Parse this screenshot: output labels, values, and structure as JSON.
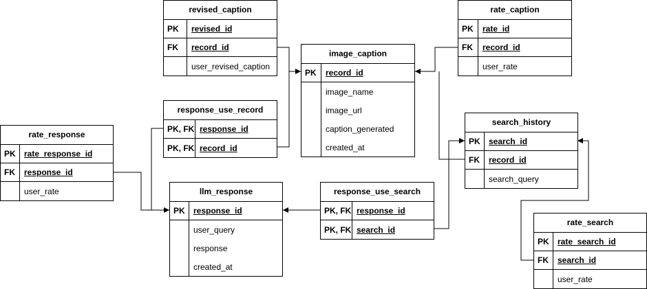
{
  "entities": [
    {
      "id": "revised_caption",
      "title": "revised_caption",
      "rows": [
        {
          "key": "PK",
          "field": "revised_id"
        },
        {
          "key": "FK",
          "field": "record_id"
        },
        {
          "key": "",
          "field": "user_revised_caption"
        }
      ]
    },
    {
      "id": "rate_caption",
      "title": "rate_caption",
      "rows": [
        {
          "key": "PK",
          "field": "rate_id"
        },
        {
          "key": "FK",
          "field": "record_id"
        },
        {
          "key": "",
          "field": "user_rate"
        }
      ]
    },
    {
      "id": "image_caption",
      "title": "image_caption",
      "rows": [
        {
          "key": "PK",
          "field": "record_id"
        },
        {
          "key": "",
          "field": "image_name"
        },
        {
          "key": "",
          "field": "image_url"
        },
        {
          "key": "",
          "field": "caption_generated"
        },
        {
          "key": "",
          "field": "created_at"
        }
      ]
    },
    {
      "id": "response_use_record",
      "title": "response_use_record",
      "rows": [
        {
          "key": "PK, FK",
          "field": "response_id"
        },
        {
          "key": "PK, FK",
          "field": "record_id"
        }
      ]
    },
    {
      "id": "search_history",
      "title": "search_history",
      "rows": [
        {
          "key": "PK",
          "field": "search_id"
        },
        {
          "key": "FK",
          "field": "record_id"
        },
        {
          "key": "",
          "field": "search_query"
        }
      ]
    },
    {
      "id": "rate_response",
      "title": "rate_response",
      "rows": [
        {
          "key": "PK",
          "field": "rate_response_id"
        },
        {
          "key": "FK",
          "field": "response_id"
        },
        {
          "key": "",
          "field": "user_rate"
        }
      ]
    },
    {
      "id": "llm_response",
      "title": "llm_response",
      "rows": [
        {
          "key": "PK",
          "field": "response_id"
        },
        {
          "key": "",
          "field": "user_query"
        },
        {
          "key": "",
          "field": "response"
        },
        {
          "key": "",
          "field": "created_at"
        }
      ]
    },
    {
      "id": "response_use_search",
      "title": "response_use_search",
      "rows": [
        {
          "key": "PK, FK",
          "field": "response_id"
        },
        {
          "key": "PK, FK",
          "field": "search_id"
        }
      ]
    },
    {
      "id": "rate_search",
      "title": "rate_search",
      "rows": [
        {
          "key": "PK",
          "field": "rate_search_id"
        },
        {
          "key": "FK",
          "field": "search_id"
        },
        {
          "key": "",
          "field": "user_rate"
        }
      ]
    }
  ],
  "relationships": [
    {
      "from": "revised_caption.record_id",
      "to": "image_caption.record_id"
    },
    {
      "from": "response_use_record.record_id",
      "to": "image_caption.record_id"
    },
    {
      "from": "rate_caption.record_id",
      "to": "image_caption.record_id"
    },
    {
      "from": "search_history.record_id",
      "to": "image_caption.record_id"
    },
    {
      "from": "response_use_record.response_id",
      "to": "llm_response.response_id"
    },
    {
      "from": "rate_response.response_id",
      "to": "llm_response.response_id"
    },
    {
      "from": "response_use_search.response_id",
      "to": "llm_response.response_id"
    },
    {
      "from": "response_use_search.search_id",
      "to": "search_history.search_id"
    },
    {
      "from": "rate_search.search_id",
      "to": "search_history.search_id"
    }
  ]
}
